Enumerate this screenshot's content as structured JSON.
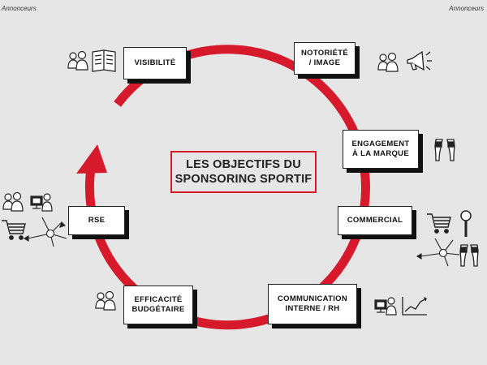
{
  "header": {
    "left_label": "Annonceurs",
    "right_label": "Annonceurs"
  },
  "title": {
    "line1": "LES OBJECTIFS DU",
    "line2": "SPONSORING SPORTIF"
  },
  "objectives": [
    {
      "id": "visibilite",
      "label": "VISIBILITÉ"
    },
    {
      "id": "notoriete",
      "label": "NOTORIÉTÉ\n/ IMAGE"
    },
    {
      "id": "engagement",
      "label": "ENGAGEMENT\nÀ LA MARQUE"
    },
    {
      "id": "commercial",
      "label": "COMMERCIAL"
    },
    {
      "id": "communication",
      "label": "COMMUNICATION\nINTERNE / RH"
    },
    {
      "id": "efficacite",
      "label": "EFFICACITÉ\nBUDGÉTAIRE"
    },
    {
      "id": "rse",
      "label": "RSE"
    }
  ],
  "colors": {
    "accent": "#d6192b",
    "ink": "#111111",
    "background": "#e6e6e6"
  },
  "icons": [
    "people-icon",
    "book-icon",
    "megaphone-icon",
    "cheering-hands-icon",
    "shopping-cart-icon",
    "magnifier-icon",
    "network-icon",
    "computer-user-icon",
    "growth-chart-icon"
  ]
}
